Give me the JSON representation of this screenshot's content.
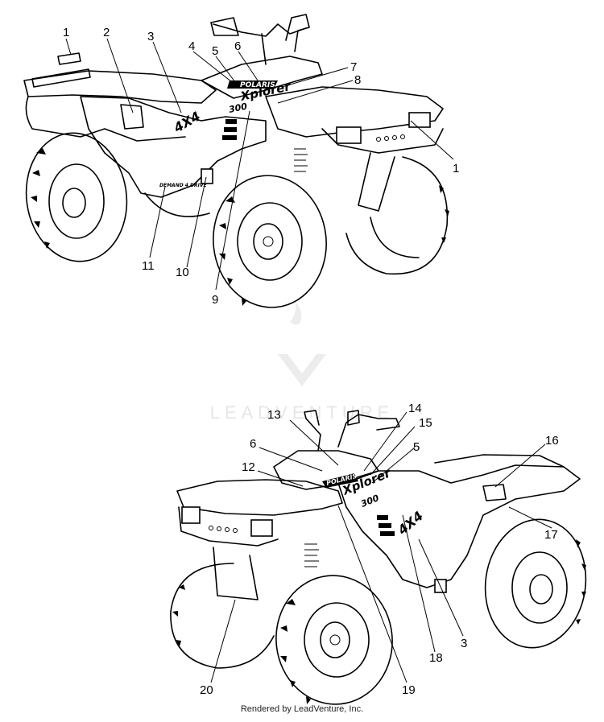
{
  "watermark": {
    "text": "LEADVENTURE"
  },
  "footer": {
    "text": "Rendered by LeadVenture, Inc."
  },
  "decals": {
    "polaris": "POLARIS",
    "xplorer": "Xplorer",
    "model": "300",
    "fourbyfour": "4X4",
    "drive": "DEMAND 4 DRIVE"
  },
  "top_callouts": [
    "1",
    "2",
    "3",
    "4",
    "5",
    "6",
    "7",
    "8",
    "1",
    "9",
    "10",
    "11"
  ],
  "bottom_callouts": [
    "13",
    "14",
    "15",
    "6",
    "5",
    "16",
    "12",
    "17",
    "3",
    "18",
    "19",
    "20"
  ]
}
